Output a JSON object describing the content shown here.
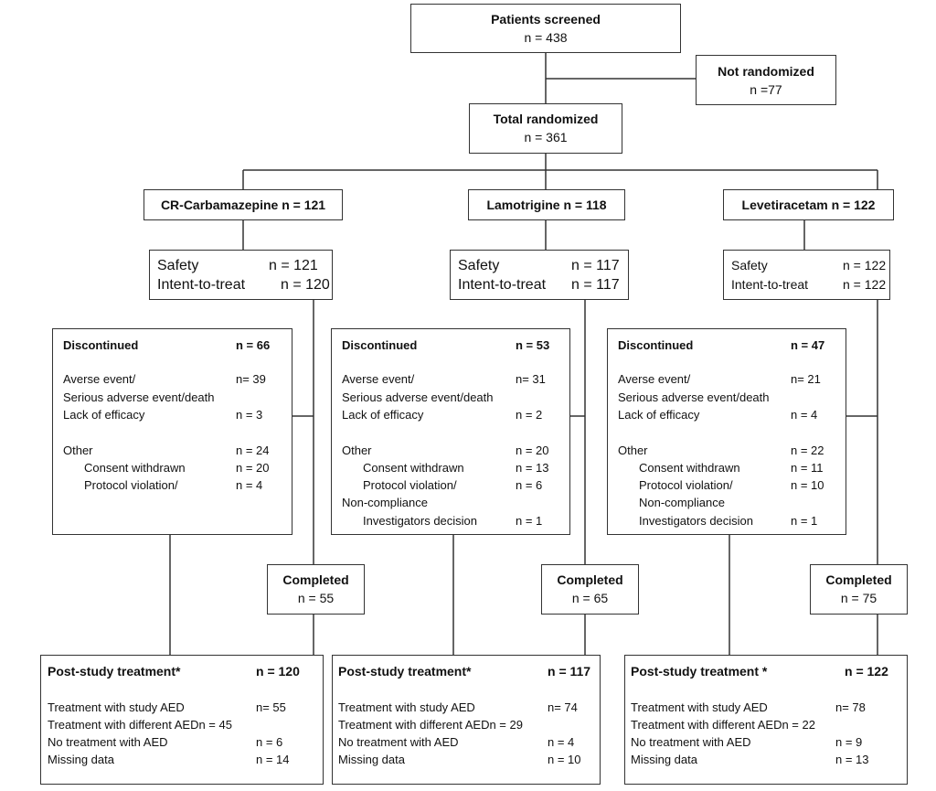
{
  "screened": {
    "title": "Patients screened",
    "n": "n = 438"
  },
  "not_randomized": {
    "title": "Not randomized",
    "n": "n =77"
  },
  "randomized": {
    "title": "Total randomized",
    "n": "n = 361"
  },
  "arms": [
    {
      "name": "CR-Carbamazepine n = 121",
      "safety_label": "Safety",
      "safety_n": "n = 121",
      "itt_label": "Intent-to-treat",
      "itt_n": "n = 120",
      "disc_title": "Discontinued",
      "disc_n": "n = 66",
      "ae1": "Averse event/",
      "ae_n": "n= 39",
      "ae2": "Serious adverse event/death",
      "eff": "Lack of efficacy",
      "eff_n": "n = 3",
      "other": "Other",
      "other_n": "n = 24",
      "consent": "Consent withdrawn",
      "consent_n": "n = 20",
      "protocol": "Protocol violation/",
      "protocol_n": "n = 4",
      "noncomp": "",
      "invest": "",
      "invest_n": "",
      "completed_title": "Completed",
      "completed_n": "n = 55",
      "post_title": "Post-study treatment*",
      "post_n": "n = 120",
      "p1": "Treatment with study AED",
      "p1_n": "n= 55",
      "p2": "Treatment with different AEDn = 45",
      "p3": "No treatment with AED",
      "p3_n": "n = 6",
      "p4": "Missing data",
      "p4_n": "n = 14"
    },
    {
      "name": "Lamotrigine n = 118",
      "safety_label": "Safety",
      "safety_n": "n = 117",
      "itt_label": "Intent-to-treat",
      "itt_n": "n = 117",
      "disc_title": "Discontinued",
      "disc_n": "n = 53",
      "ae1": "Averse event/",
      "ae_n": "n= 31",
      "ae2": "Serious adverse event/death",
      "eff": "Lack of efficacy",
      "eff_n": "n = 2",
      "other": "Other",
      "other_n": "n = 20",
      "consent": "Consent withdrawn",
      "consent_n": "n = 13",
      "protocol": "Protocol violation/",
      "protocol_n": "n = 6",
      "noncomp": "Non-compliance",
      "invest": "Investigators decision",
      "invest_n": "n = 1",
      "completed_title": "Completed",
      "completed_n": "n = 65",
      "post_title": "Post-study treatment*",
      "post_n": "n = 117",
      "p1": "Treatment with study AED",
      "p1_n": "n= 74",
      "p2": "Treatment with different AEDn = 29",
      "p3": "No treatment with AED",
      "p3_n": "n = 4",
      "p4": "Missing data",
      "p4_n": "n = 10"
    },
    {
      "name": "Levetiracetam n = 122",
      "safety_label": "Safety",
      "safety_n": "n = 122",
      "itt_label": "Intent-to-treat",
      "itt_n": "n = 122",
      "disc_title": "Discontinued",
      "disc_n": "n = 47",
      "ae1": "Averse event/",
      "ae_n": "n= 21",
      "ae2": "Serious adverse event/death",
      "eff": "Lack of efficacy",
      "eff_n": "n = 4",
      "other": "Other",
      "other_n": "n = 22",
      "consent": "Consent withdrawn",
      "consent_n": "n = 11",
      "protocol": "Protocol violation/",
      "protocol_n": "n = 10",
      "noncomp": "Non-compliance",
      "invest": "Investigators decision",
      "invest_n": "n = 1",
      "completed_title": "Completed",
      "completed_n": "n = 75",
      "post_title": "Post-study treatment *",
      "post_n": "n = 122",
      "p1": "Treatment with study AED",
      "p1_n": "n= 78",
      "p2": "Treatment with different AEDn = 22",
      "p3": "No treatment with AED",
      "p3_n": "n = 9",
      "p4": "Missing data",
      "p4_n": "n = 13"
    }
  ]
}
